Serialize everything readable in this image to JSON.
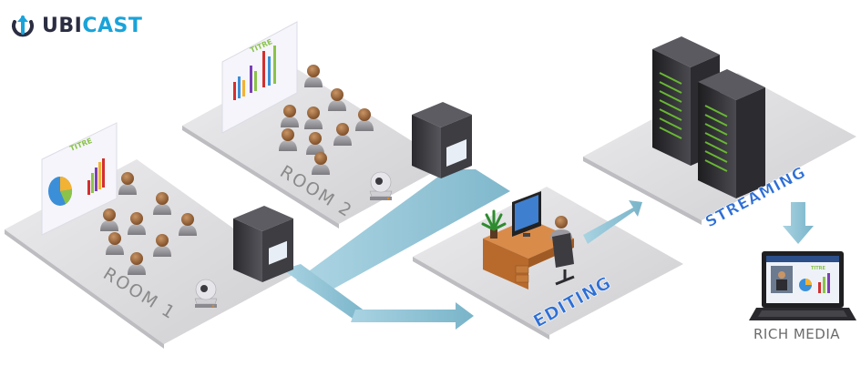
{
  "logo": {
    "part1": "UBI",
    "part2": "CAST",
    "icon": "upload-arrow-icon"
  },
  "rooms": [
    {
      "label": "ROOM 1",
      "slide_title": "TITRE"
    },
    {
      "label": "ROOM 2",
      "slide_title": "TITRE"
    }
  ],
  "editing": {
    "label": "EDITING"
  },
  "streaming": {
    "label": "STREAMING"
  },
  "output": {
    "label": "RICH MEDIA",
    "screen_title": "TITRE"
  },
  "colors": {
    "arrow": "#8fc4d6",
    "platform": "#d9d9db",
    "label_blue": "#2e6fd6",
    "label_grey": "#8a8a8a"
  }
}
